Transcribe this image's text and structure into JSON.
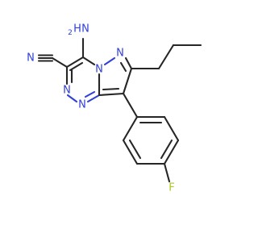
{
  "molecule": {
    "colors": {
      "carbon_bond": "#262626",
      "nitrogen": "#3040d8",
      "fluorine": "#a8c820",
      "background": "#ffffff"
    },
    "labels": {
      "amino_h": "H",
      "amino_n": "N",
      "amino_sub": "2",
      "nitrile_n": "N",
      "pyrazole_n_top": "N",
      "pyrazole_n_bridge": "N",
      "triazine_n_left": "N",
      "triazine_n_bottom": "N",
      "fluorine": "F"
    }
  }
}
